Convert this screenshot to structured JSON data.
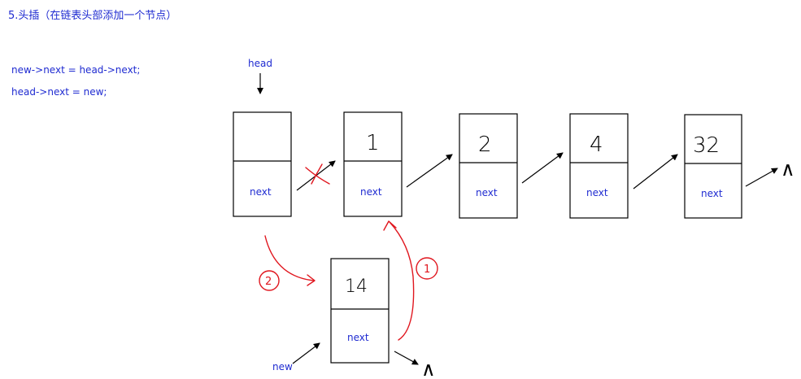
{
  "title": "5.头插（在链表头部添加一个节点）",
  "code": [
    "new->next = head->next;",
    "head->next = new;"
  ],
  "labels": {
    "head": "head",
    "new": "new",
    "next": "next"
  },
  "nodes": [
    "",
    "1",
    "2",
    "4",
    "32"
  ],
  "new_node": "14",
  "step_marks": [
    "1",
    "2"
  ],
  "null_symbol": "∧",
  "colors": {
    "text_blue": "#1f2bd1",
    "annotation_red": "#e0161e"
  }
}
